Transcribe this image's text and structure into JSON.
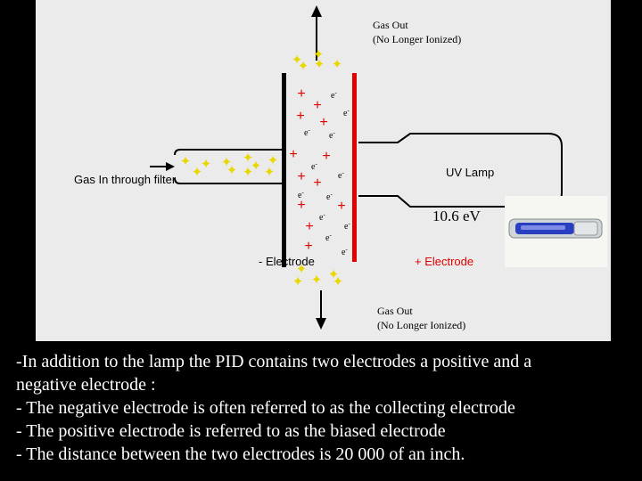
{
  "labels": {
    "gas_out_top": [
      "Gas Out",
      "(No Longer Ionized)"
    ],
    "gas_out_bottom": [
      "Gas Out",
      "(No Longer Ionized)"
    ],
    "gas_in": "Gas In through filter",
    "negative_electrode": "- Electrode",
    "positive_electrode": "+ Electrode",
    "uv_lamp": "UV Lamp",
    "energy": "10.6 eV"
  },
  "symbols": {
    "positive_ion": "+",
    "electron": "e",
    "electron_charge": "-"
  },
  "colors": {
    "ion": "#e8d800",
    "plus": "#e00000",
    "positive_electrode": "#e00000",
    "negative_electrode": "#000000",
    "caption_text": "#ffffff",
    "background": "#000000",
    "panel": "#ebebeb"
  },
  "caption": [
    "-In addition to the lamp the PID contains two electrodes a positive and a",
    "negative electrode :",
    "- The negative electrode is often referred to as the collecting electrode",
    "- The positive electrode is referred to as the biased electrode",
    "- The distance between the two electrodes is 20 000 of an inch."
  ]
}
